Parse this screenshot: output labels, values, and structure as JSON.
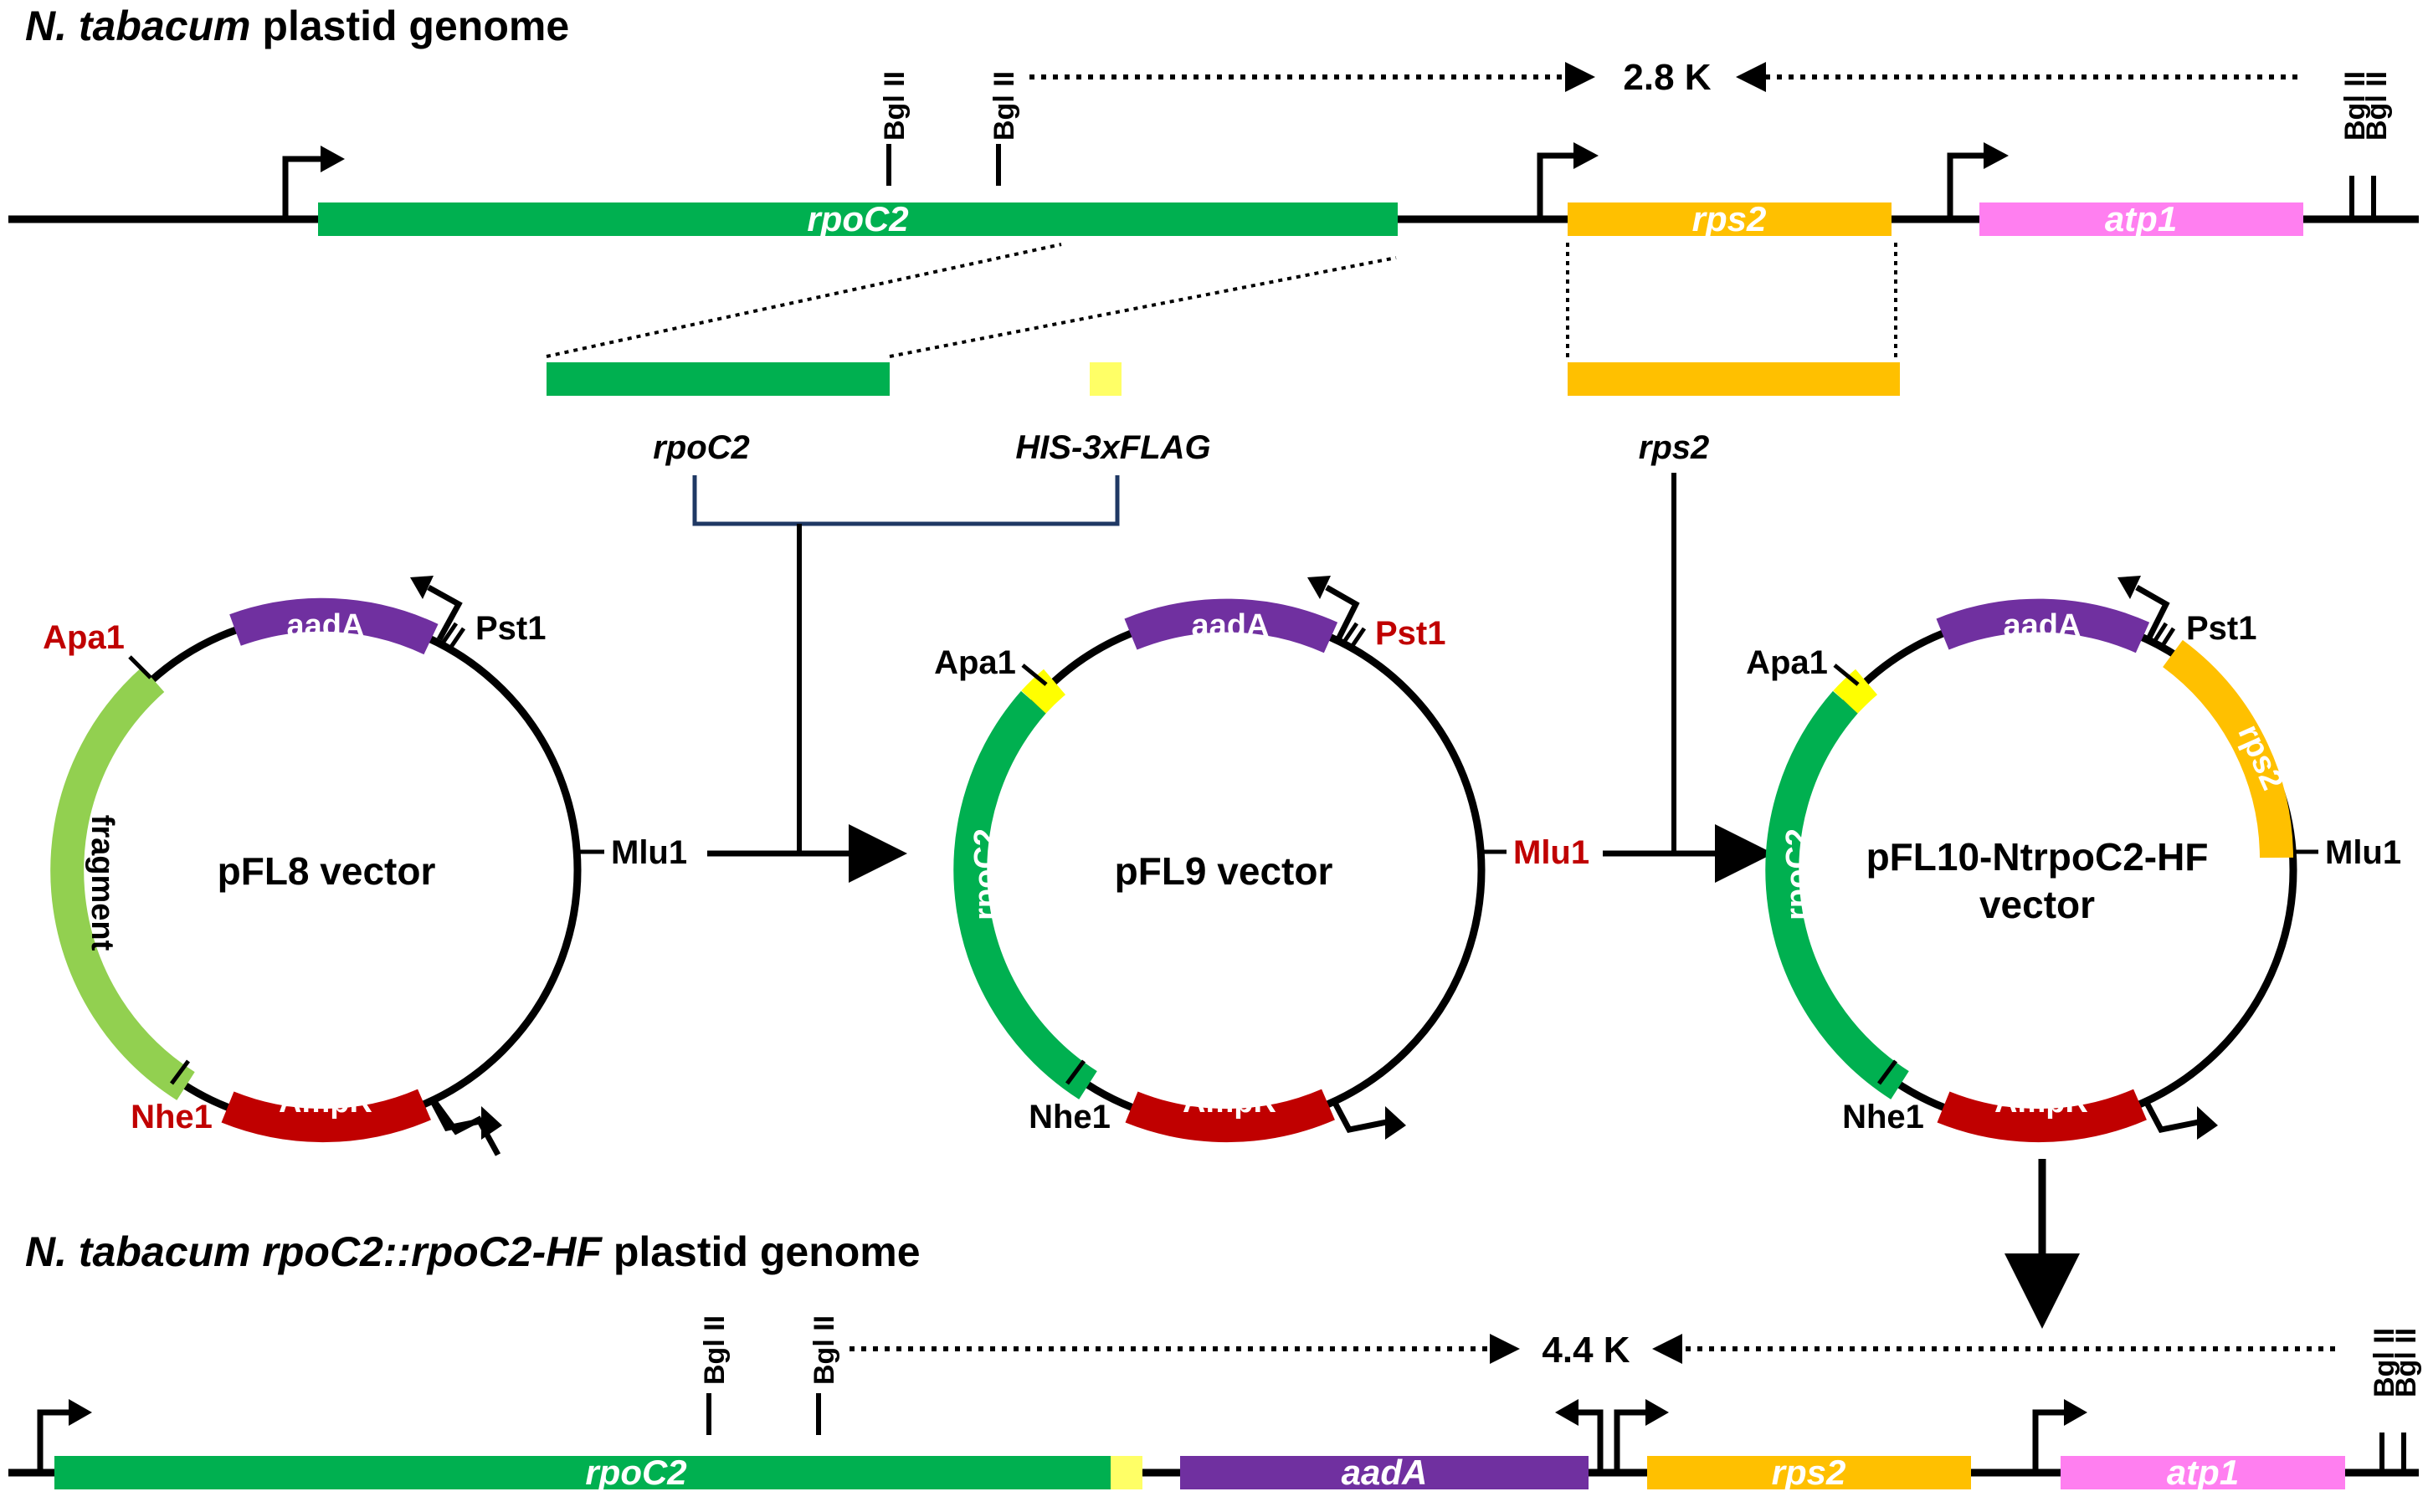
{
  "top_genome": {
    "title_italic": "N. tabacum",
    "title_rest": " plastid genome",
    "genes": {
      "rpoC2": "rpoC2",
      "rps2": "rps2",
      "atp1": "atp1"
    },
    "site_bgl": "Bgl II",
    "distance": "2.8 K"
  },
  "middle": {
    "frag_rpoC2": "rpoC2",
    "frag_his": "HIS-3xFLAG",
    "frag_rps2": "rps2"
  },
  "vectors": {
    "pFL8": {
      "name": "pFL8 vector",
      "aadA": "aadA",
      "AmpR": "AmpR",
      "fragment": "fragment",
      "Apa1": "Apa1",
      "Nhe1": "Nhe1",
      "Pst1": "Pst1",
      "Mlu1": "Mlu1"
    },
    "pFL9": {
      "name": "pFL9 vector",
      "aadA": "aadA",
      "AmpR": "AmpR",
      "rpoC2": "rpoC2",
      "Apa1": "Apa1",
      "Nhe1": "Nhe1",
      "Pst1": "Pst1",
      "Mlu1": "Mlu1"
    },
    "pFL10": {
      "name_line1": "pFL10-NtrpoC2-HF",
      "name_line2": "vector",
      "aadA": "aadA",
      "AmpR": "AmpR",
      "rpoC2": "rpoC2",
      "rps2": "rps2",
      "Apa1": "Apa1",
      "Nhe1": "Nhe1",
      "Pst1": "Pst1",
      "Mlu1": "Mlu1"
    }
  },
  "bottom_genome": {
    "title_italic": "N. tabacum rpoC2::rpoC2-HF",
    "title_rest": " plastid genome",
    "genes": {
      "rpoC2": "rpoC2",
      "aadA": "aadA",
      "rps2": "rps2",
      "atp1": "atp1"
    },
    "site_bgl": "Bgl II",
    "distance": "4.4 K"
  },
  "colors": {
    "rpoC2": "#00b050",
    "rps2": "#ffc000",
    "atp1": "#ff7ff0",
    "aadA": "#7030a0",
    "AmpR": "#c00000",
    "fragment": "#92d050",
    "his_flag": "#ffff66",
    "his_flag_vec": "#ffff00",
    "red_site": "#c00000",
    "bracket": "#1f3864"
  }
}
